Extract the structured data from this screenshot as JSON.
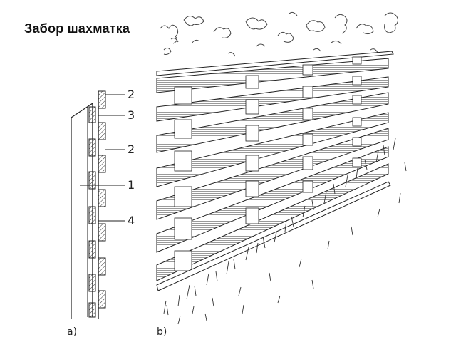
{
  "title": "Забор шахматка",
  "figure_a": {
    "caption": "a)",
    "callouts": [
      "2",
      "3",
      "2",
      "1",
      "4"
    ]
  },
  "figure_b": {
    "caption": "b)"
  }
}
